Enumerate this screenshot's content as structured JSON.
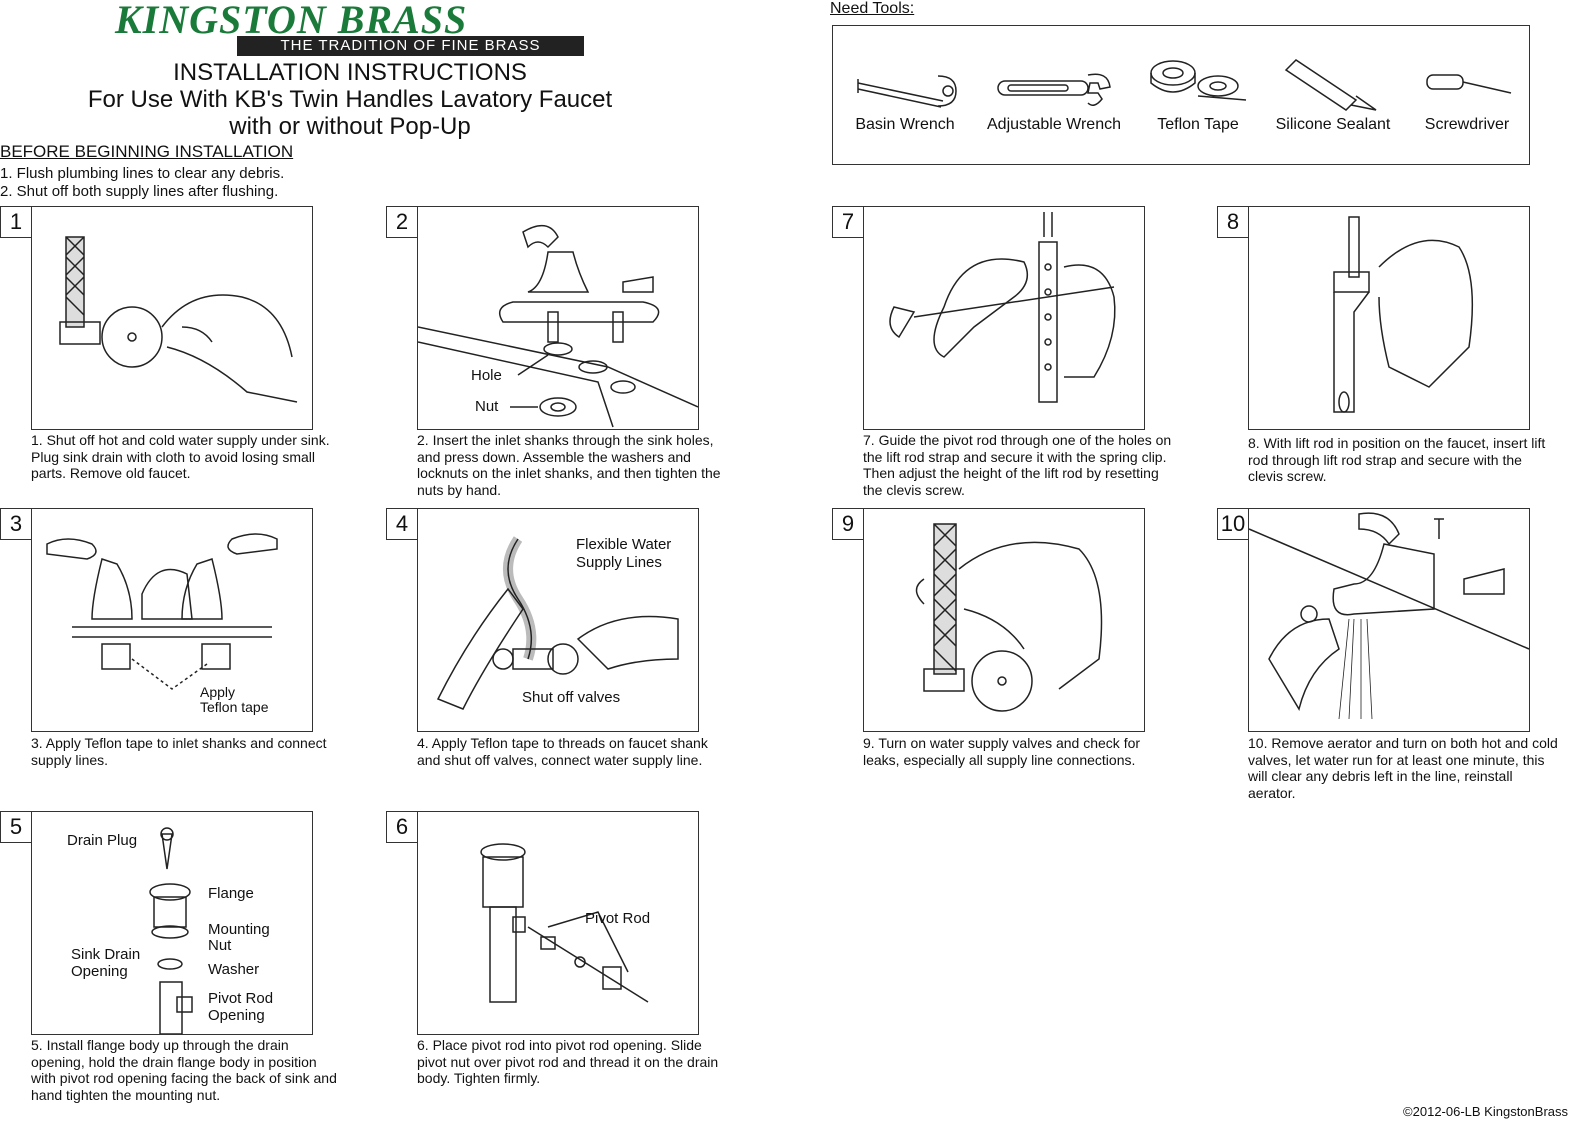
{
  "brand": {
    "name": "KINGSTON BRASS",
    "tagline": "THE TRADITION OF FINE BRASS"
  },
  "title": {
    "line1": "INSTALLATION INSTRUCTIONS",
    "line2": "For Use With KB's Twin Handles Lavatory Faucet",
    "line3": "with or without Pop-Up"
  },
  "before": {
    "heading": "BEFORE BEGINNING INSTALLATION",
    "items": [
      "1. Flush plumbing lines to clear any debris.",
      "2. Shut off both supply lines after flushing."
    ]
  },
  "tools": {
    "heading": "Need Tools:",
    "items": [
      "Basin Wrench",
      "Adjustable Wrench",
      "Teflon Tape",
      "Silicone Sealant",
      "Screwdriver"
    ]
  },
  "steps": [
    {
      "num": "1",
      "caption": "1. Shut off hot and cold water supply under sink. Plug sink drain with cloth to avoid losing small parts. Remove old faucet."
    },
    {
      "num": "2",
      "caption": "2. Insert the inlet shanks through the sink holes, and press down.  Assemble the washers and locknuts on the inlet shanks, and then tighten the nuts by hand.",
      "labels": [
        "Hole",
        "Nut"
      ]
    },
    {
      "num": "3",
      "caption": "3. Apply Teflon tape to inlet shanks and connect supply lines.",
      "labels": [
        "Apply",
        "Teflon tape"
      ]
    },
    {
      "num": "4",
      "caption": "4. Apply Teflon tape to threads on faucet shank and shut off valves, connect water supply line.",
      "labels": [
        "Flexible Water",
        "Supply Lines",
        "Shut off valves"
      ]
    },
    {
      "num": "5",
      "caption": "5. Install flange body up through the drain opening, hold the drain flange body in position with pivot rod opening facing the back of sink and hand tighten the mounting nut.",
      "labels": [
        "Drain Plug",
        "Flange",
        "Mounting",
        "Nut",
        "Sink Drain",
        "Opening",
        "Washer",
        "Pivot Rod",
        "Opening"
      ]
    },
    {
      "num": "6",
      "caption": "6. Place pivot rod into pivot rod opening. Slide pivot nut over pivot rod and thread it on the drain body. Tighten firmly.",
      "labels": [
        "Pivot Rod"
      ]
    },
    {
      "num": "7",
      "caption": "7. Guide the pivot rod through one of the holes on the lift rod strap and secure it with the spring clip. Then adjust the height of the lift rod by resetting the clevis screw."
    },
    {
      "num": "8",
      "caption": "8. With lift rod in position on the faucet, insert lift rod through lift rod strap and secure with the clevis screw."
    },
    {
      "num": "9",
      "caption": "9. Turn on water supply valves and check for leaks, especially all supply line connections."
    },
    {
      "num": "10",
      "caption": "10. Remove aerator and turn on both hot and cold valves, let water run for at least one minute, this will clear any debris left in the line, reinstall aerator."
    }
  ],
  "footer": "©2012-06-LB KingstonBrass"
}
